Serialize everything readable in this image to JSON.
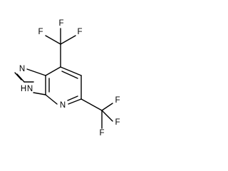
{
  "molecule": {
    "atoms": {
      "N1": "N",
      "N3": "N",
      "NH": "H",
      "N4": "N",
      "F1a": "F",
      "F1b": "F",
      "F1c": "F",
      "F2a": "F",
      "F2b": "F",
      "F2c": "F"
    },
    "colors": {
      "bond": "#000000",
      "label": "#000000",
      "background": "#ffffff"
    }
  }
}
